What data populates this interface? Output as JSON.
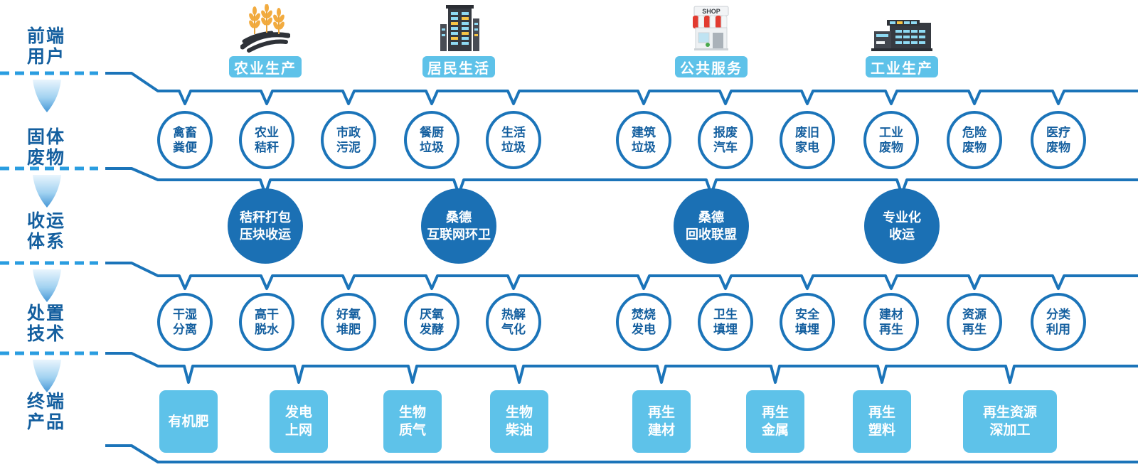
{
  "palette": {
    "line_blue": "#1b74b9",
    "dark_text": "#145f9f",
    "hub_fill": "#1b70b4",
    "light_blue": "#5ec2e9",
    "dashed_blue": "#2a9de0"
  },
  "shop_sign": "SHOP",
  "side_labels": [
    "前端\n用户",
    "固体\n废物",
    "收运\n体系",
    "处置\n技术",
    "终端\n产品"
  ],
  "categories": [
    {
      "label": "农业生产",
      "icon": "wheat-field"
    },
    {
      "label": "居民生活",
      "icon": "residential-building"
    },
    {
      "label": "公共服务",
      "icon": "shop"
    },
    {
      "label": "工业生产",
      "icon": "factory"
    }
  ],
  "waste_circles": [
    "禽畜\n粪便",
    "农业\n秸秆",
    "市政\n污泥",
    "餐厨\n垃圾",
    "生活\n垃圾",
    "建筑\n垃圾",
    "报废\n汽车",
    "废旧\n家电",
    "工业\n废物",
    "危险\n废物",
    "医疗\n废物"
  ],
  "collection_hubs": [
    "秸秆打包\n压块收运",
    "桑德\n互联网环卫",
    "桑德\n回收联盟",
    "专业化\n收运"
  ],
  "disposal_circles": [
    "干湿\n分离",
    "高干\n脱水",
    "好氧\n堆肥",
    "厌氧\n发酵",
    "热解\n气化",
    "焚烧\n发电",
    "卫生\n填埋",
    "安全\n填埋",
    "建材\n再生",
    "资源\n再生",
    "分类\n利用"
  ],
  "product_boxes": [
    "有机肥",
    "发电\n上网",
    "生物\n质气",
    "生物\n柴油",
    "再生\n建材",
    "再生\n金属",
    "再生\n塑料",
    "再生资源\n深加工"
  ]
}
